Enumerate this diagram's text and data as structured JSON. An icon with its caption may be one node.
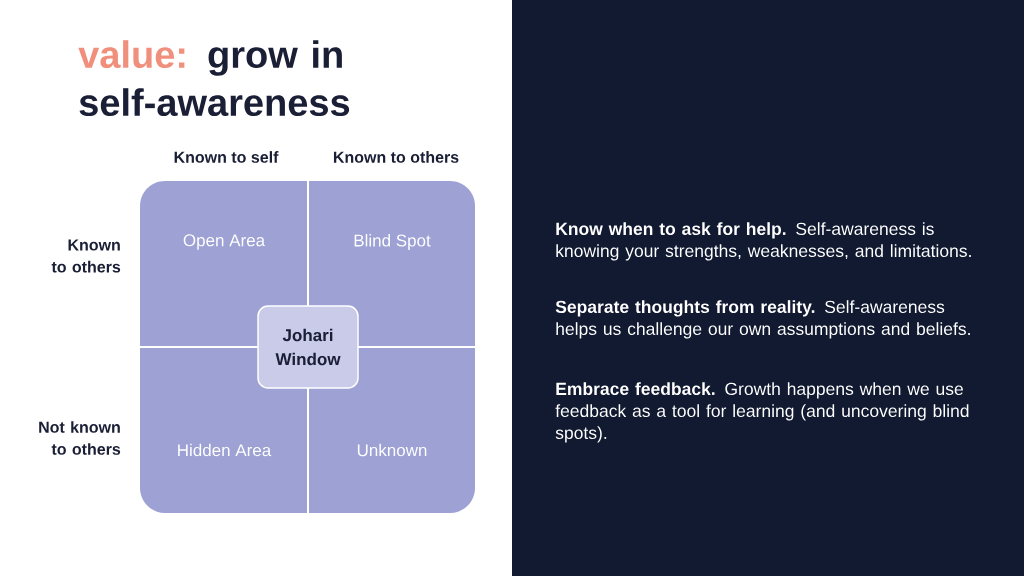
{
  "diagram": {
    "title": "grow in self-awareness",
    "nodes": [
      {
        "text": [
          "Open Area"
        ]
      },
      {
        "text": [
          "Blind Spot"
        ]
      },
      {
        "text": [
          "Hidden Area"
        ]
      },
      {
        "text": [
          "Unknown"
        ]
      },
      {
        "text": [
          "Johari Window"
        ]
      }
    ],
    "edges": [],
    "labels": [
      "value:",
      "Known to self",
      "Known to others",
      "Known to others",
      "Not known to others",
      "**Know when to ask for help.** Self-awareness is knowing your strengths, weaknesses, and limitations.",
      "**Separate thoughts from reality.** Self-awareness helps us challenge our own assumptions and beliefs.",
      "**Embrace feedback.** Growth happens when we use feedback as a tool for learning (and uncovering blind spots)."
    ]
  }
}
